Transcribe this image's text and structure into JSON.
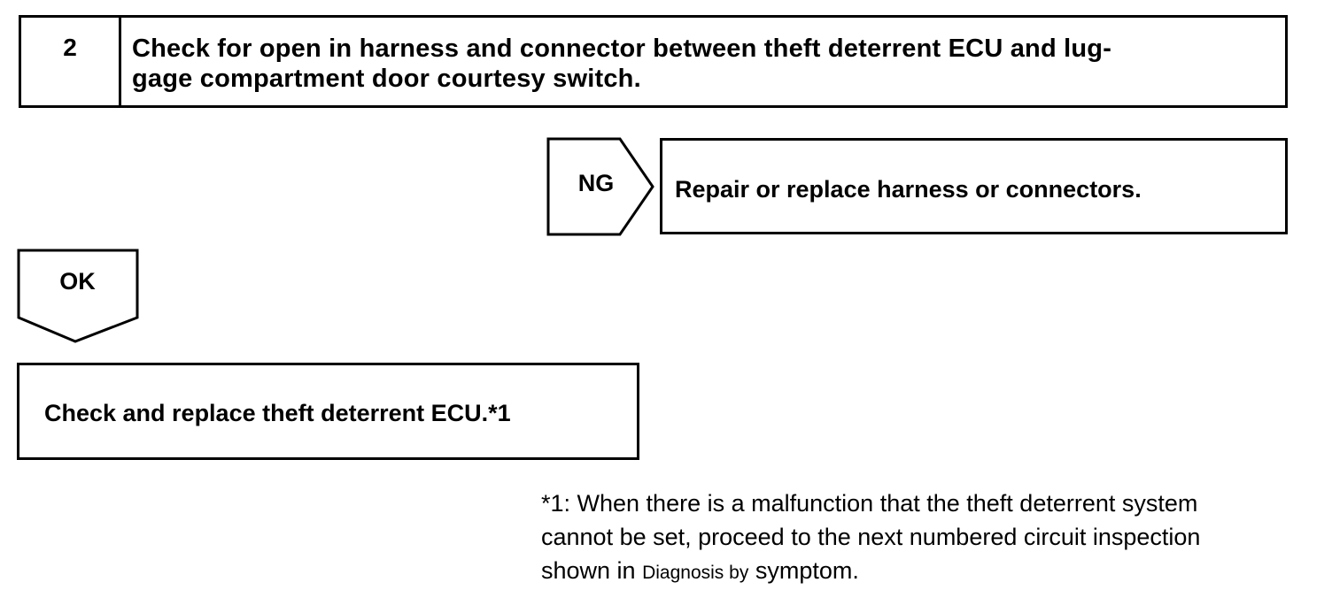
{
  "step": {
    "number": "2",
    "title_line1": "Check for open in harness and connector between theft deterrent ECU and lug-",
    "title_line2": "gage compartment door courtesy switch."
  },
  "ng_branch": {
    "label": "NG",
    "action": "Repair or replace harness or connectors."
  },
  "ok_branch": {
    "label": "OK",
    "action": "Check and replace theft deterrent ECU.*1"
  },
  "footnote": {
    "line1": "*1: When there is a malfunction that the theft deterrent system",
    "line2": "cannot be set, proceed to the next numbered circuit inspection",
    "line3_prefix": "shown in",
    "line3_link": "Diagnosis by",
    "line3_suffix": "symptom",
    "line3_end": "."
  }
}
